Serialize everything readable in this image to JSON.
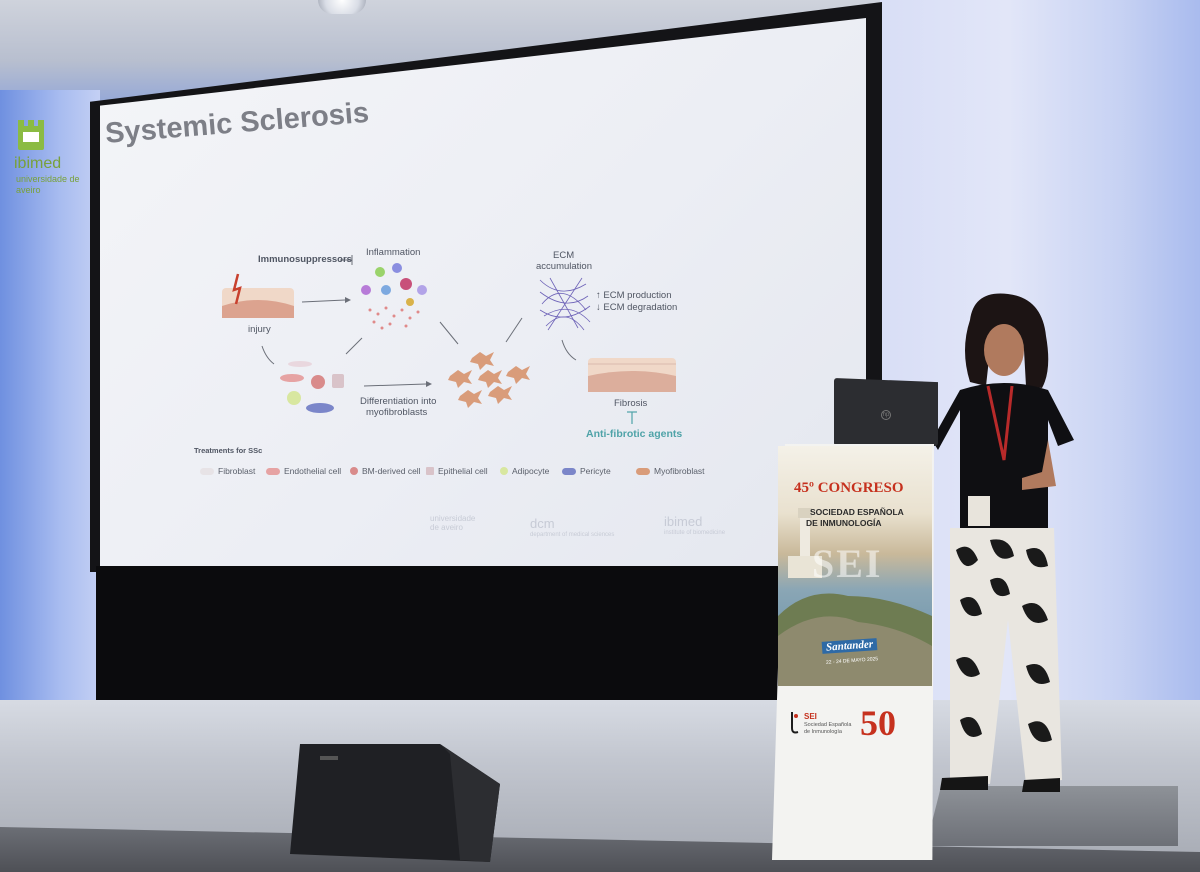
{
  "slide": {
    "title": "Systemic Sclerosis",
    "logo_name": "ibimed",
    "logo_sub": "universidade de aveiro",
    "diagram": {
      "immunosuppressors": "Immunosuppressors",
      "inflammation": "Inflammation",
      "injury": "injury",
      "differentiation_line1": "Differentiation into",
      "differentiation_line2": "myofibroblasts",
      "ecm_line1": "ECM",
      "ecm_line2": "accumulation",
      "ecm_production": "↑ ECM production",
      "ecm_degradation": "↓ ECM degradation",
      "fibrosis": "Fibrosis",
      "anti_fibrotic": "Anti-fibrotic agents",
      "treatments": "Treatments for SSc"
    },
    "legend": [
      {
        "label": "Fibroblast",
        "color": "#e7e3e6"
      },
      {
        "label": "Endothelial cell",
        "color": "#e6a3a3"
      },
      {
        "label": "BM-derived cell",
        "color": "#d98b8b"
      },
      {
        "label": "Epithelial cell",
        "color": "#d9c3c9"
      },
      {
        "label": "Adipocyte",
        "color": "#d8e7a0"
      },
      {
        "label": "Pericyte",
        "color": "#7b86c9"
      },
      {
        "label": "Myofibroblast",
        "color": "#d99c7a"
      }
    ],
    "footer": {
      "ua_line1": "universidade",
      "ua_line2": "de aveiro",
      "dcm": "dcm",
      "dcm_sub": "department of medical sciences",
      "ibimed": "ibimed",
      "ibimed_sub": "institute of biomedicine"
    }
  },
  "podium": {
    "title": "45º CONGRESO",
    "sub1": "SOCIEDAD ESPAÑOLA",
    "sub2": "DE INMUNOLOGÍA",
    "watermark": "SEI",
    "city": "Santander",
    "dates": "22 - 24 DE MAYO 2025",
    "sei_logo": "SEI",
    "sei_logo_sub": "Sociedad Española de Inmunología",
    "fifty": "50"
  },
  "colors": {
    "accent_green": "#78a13a",
    "podium_red": "#c6311e",
    "teal_text": "#4fa3a8"
  }
}
